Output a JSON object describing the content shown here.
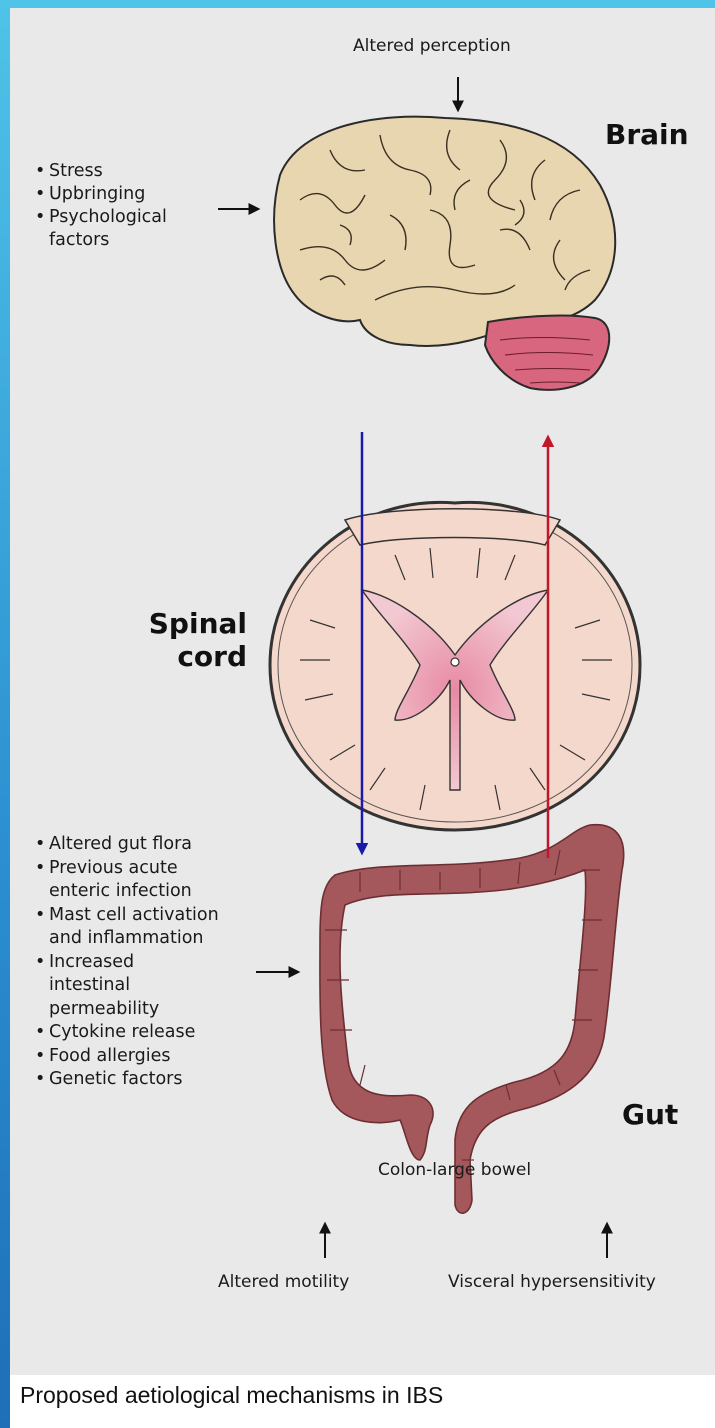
{
  "labels": {
    "altered_perception": "Altered perception",
    "brain": "Brain",
    "spinal_cord": "Spinal\ncord",
    "gut": "Gut",
    "colon": "Colon-large bowel",
    "altered_motility": "Altered motility",
    "visceral": "Visceral hypersensitivity"
  },
  "brain_factors": [
    "Stress",
    "Upbringing",
    "Psychological\nfactors"
  ],
  "gut_factors": [
    "Altered gut flora",
    "Previous acute\nenteric infection",
    "Mast cell activation\nand inflammation",
    "Increased\nintestinal\npermeability",
    "Cytokine release",
    "Food allergies",
    "Genetic factors"
  ],
  "caption": "Proposed aetiological mechanisms in IBS",
  "colors": {
    "descending": "#1a1aa8",
    "ascending": "#c0182a",
    "brain": "#e8d6b0",
    "cerebellum": "#d8667e",
    "spinal_cord": "#f5d8cc",
    "grey_matter": "#eec0cc",
    "colon": "#a5585c"
  },
  "icons": [
    "arrow-icon",
    "brain-illustration",
    "spinal-cord-illustration",
    "colon-illustration"
  ]
}
